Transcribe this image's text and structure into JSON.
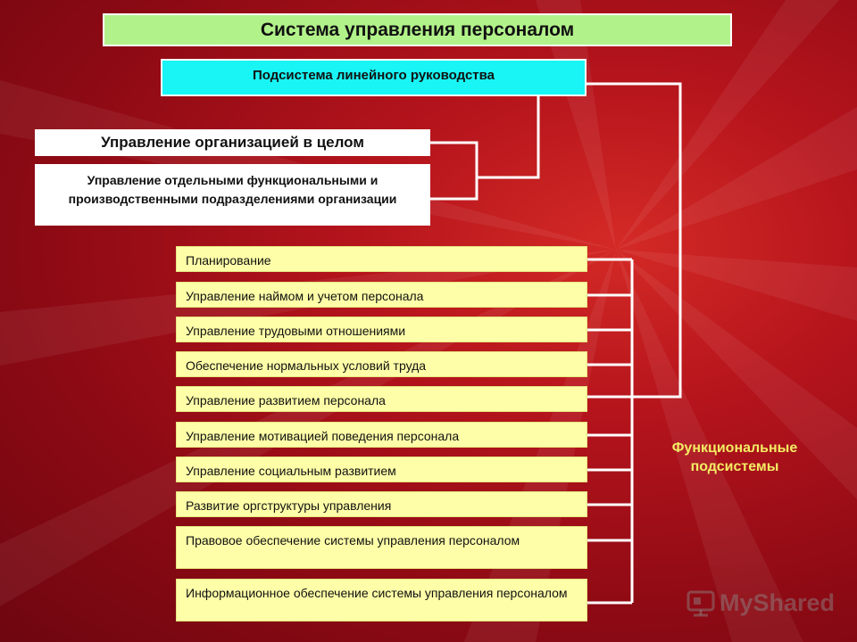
{
  "title": "Система управления персоналом",
  "line_subsystem": "Подсистема линейного руководства",
  "line_items": [
    "Управление организацией в целом",
    "Управление  отдельными функциональными  и производственными  подразделениями организации"
  ],
  "functional_items": [
    "Планирование",
    "Управление наймом и учетом персонала",
    "Управление трудовыми отношениями",
    "Обеспечение нормальных условий труда",
    "Управление развитием персонала",
    "Управление мотивацией поведения персонала",
    "Управление социальным развитием",
    "Развитие оргструктуры управления",
    "Правовое обеспечение системы управления персоналом",
    "Информационное обеспечение системы управления персоналом"
  ],
  "functional_label": "Функциональные подсистемы",
  "watermark": "MyShared",
  "colors": {
    "title_bg": "#b2f28a",
    "line_subsystem_bg": "#19f4f4",
    "functional_bg": "#fefea8",
    "functional_label": "#f3ec63",
    "background": "#b5141c"
  }
}
